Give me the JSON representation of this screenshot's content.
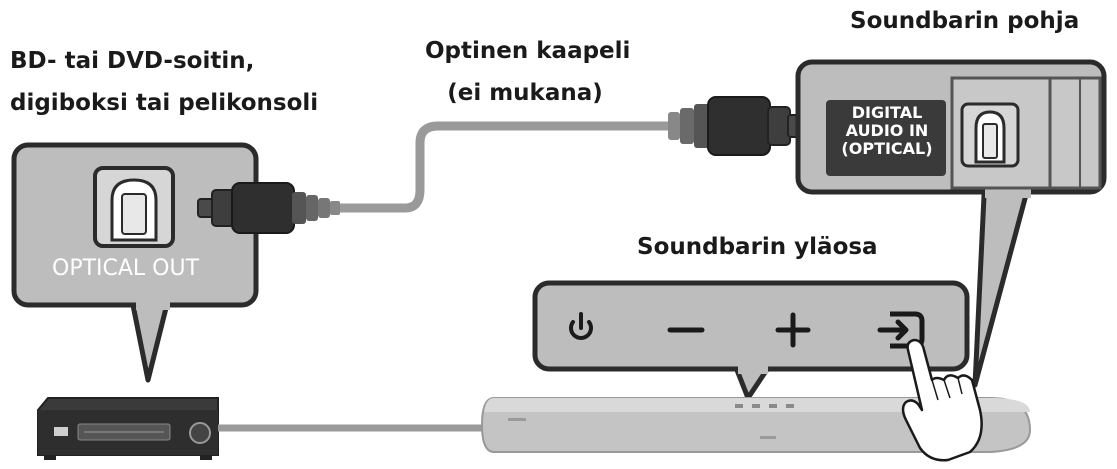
{
  "labels": {
    "source_device_line1": "BD- tai DVD-soitin,",
    "source_device_line2": "digiboksi tai pelikonsoli",
    "cable_line1": "Optinen kaapeli",
    "cable_line2": "(ei mukana)",
    "soundbar_bottom": "Soundbarin pohja",
    "soundbar_top": "Soundbarin yläosa"
  },
  "source_panel": {
    "port_label": "OPTICAL OUT"
  },
  "soundbar_panel": {
    "port_label_line1": "DIGITAL",
    "port_label_line2": "AUDIO IN",
    "port_label_line3": "(OPTICAL)"
  },
  "soundbar_controls": [
    {
      "name": "power",
      "icon": "power-icon"
    },
    {
      "name": "volume-down",
      "icon": "minus-icon"
    },
    {
      "name": "volume-up",
      "icon": "plus-icon"
    },
    {
      "name": "source",
      "icon": "input-source-icon"
    }
  ],
  "colors": {
    "panel_bg": "#bdbdbd",
    "panel_frame": "#2b2b2b",
    "cable": "#9a9a9a",
    "device": "#3a3a3a",
    "soundbar": "#c4c4c4"
  }
}
